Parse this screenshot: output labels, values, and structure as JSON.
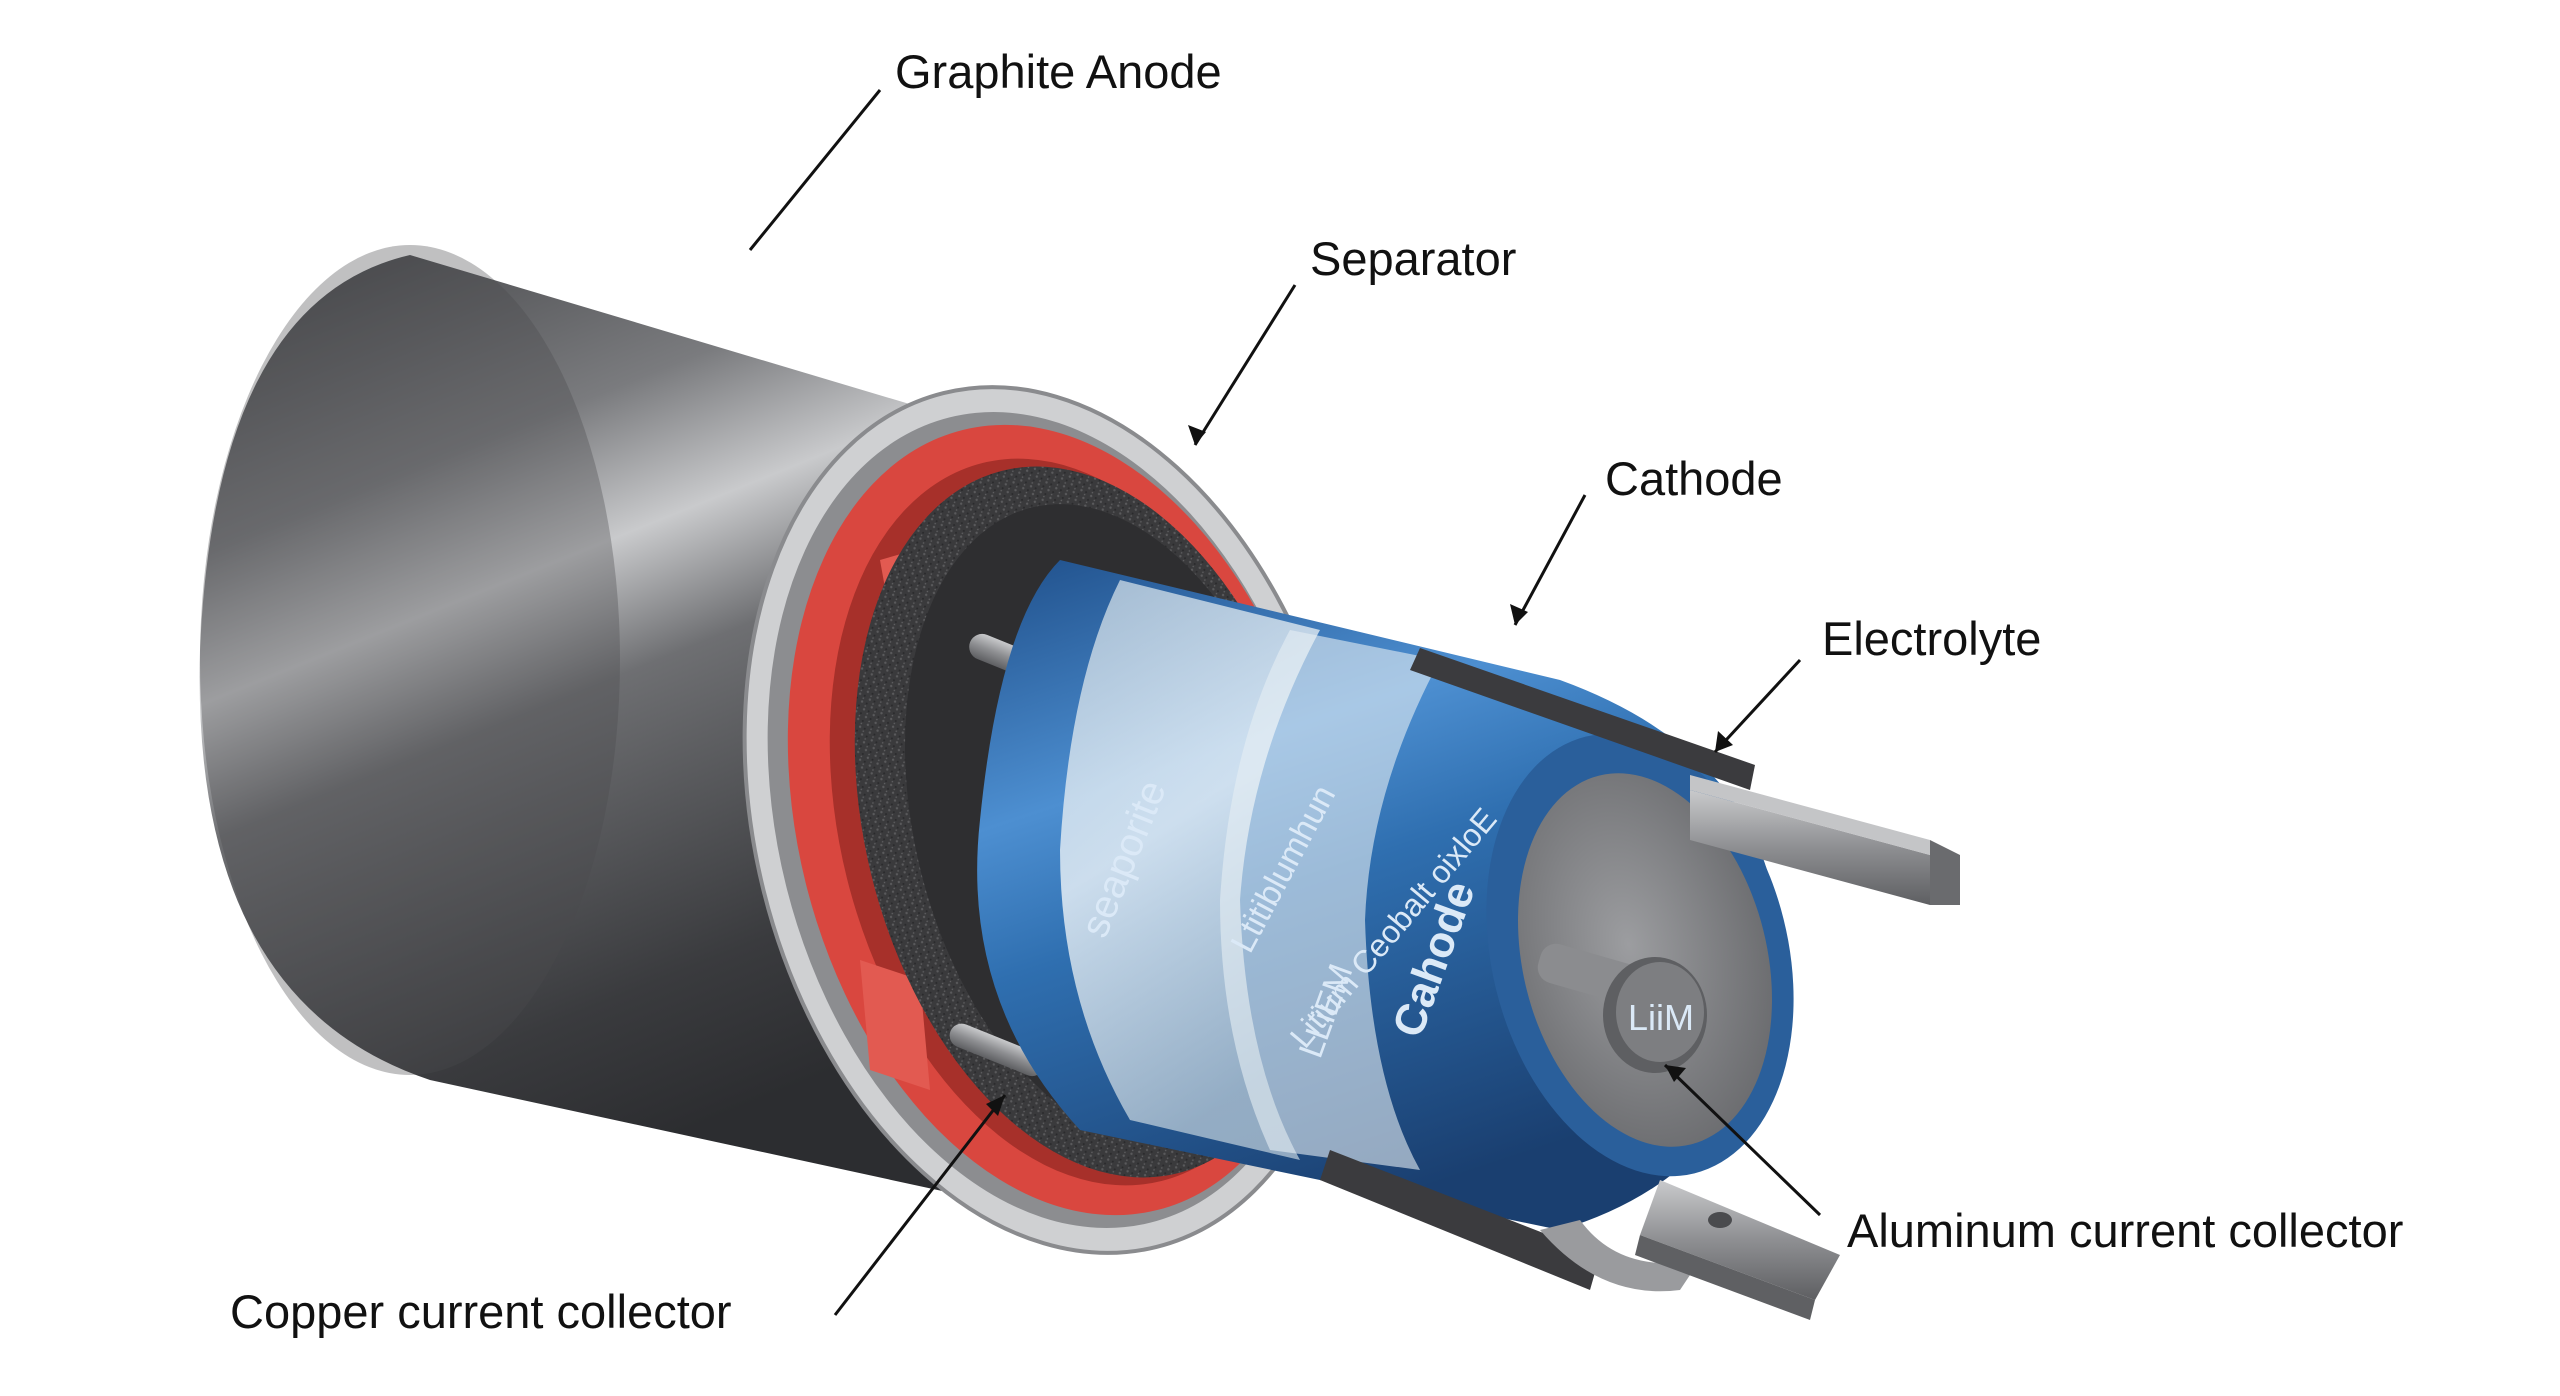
{
  "callouts": {
    "graphite_anode": "Graphite Anode",
    "separator": "Separator",
    "cathode": "Cathode",
    "electrolyte": "Electrolyte",
    "copper_current_collector": "Copper current collector",
    "aluminum_current_collector": "Aluminum current collector"
  },
  "body_text": {
    "separator_band": "seaporite",
    "line1": "Ltitiblumhun",
    "line2": "Litium Ceobalt oixloE",
    "line3": "LLiEM",
    "cathode": "Cahode",
    "terminal": "LiiM"
  },
  "colors": {
    "background": "#ffffff",
    "anode_shell": "#6f7073",
    "separator_red": "#d9473f",
    "foam": "#3b3b3d",
    "electrolyte_glass": "#d9e6ee",
    "cathode_blue": "#2f6fb0",
    "metal": "#9a9b9e",
    "leader": "#111111"
  }
}
